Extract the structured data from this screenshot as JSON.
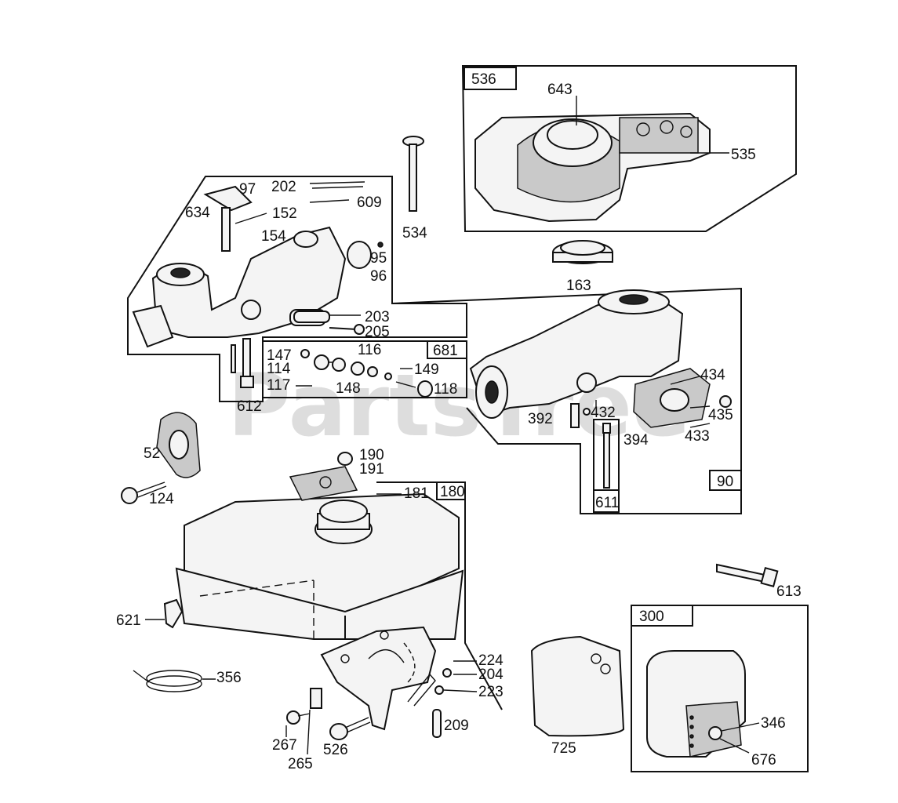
{
  "watermark": "PartsTree",
  "boxes": {
    "b536": "536",
    "b681": "681",
    "b90": "90",
    "b180": "180",
    "b611": "611",
    "b300": "300"
  },
  "labels": {
    "l643": "643",
    "l535": "535",
    "l534": "534",
    "l163": "163",
    "l202": "202",
    "l97": "97",
    "l609": "609",
    "l634": "634",
    "l152": "152",
    "l154": "154",
    "l95": "95",
    "l96": "96",
    "l203": "203",
    "l205": "205",
    "l147": "147",
    "l116": "116",
    "l114": "114",
    "l149": "149",
    "l117": "117",
    "l148": "148",
    "l118": "118",
    "l612": "612",
    "l434": "434",
    "l392": "392",
    "l432": "432",
    "l435": "435",
    "l394": "394",
    "l433": "433",
    "l52": "52",
    "l124": "124",
    "l190": "190",
    "l191": "191",
    "l181": "181",
    "l613": "613",
    "l621": "621",
    "l356": "356",
    "l224": "224",
    "l204": "204",
    "l223": "223",
    "l209": "209",
    "l267": "267",
    "l265": "265",
    "l526": "526",
    "l725": "725",
    "l346": "346",
    "l676": "676"
  }
}
